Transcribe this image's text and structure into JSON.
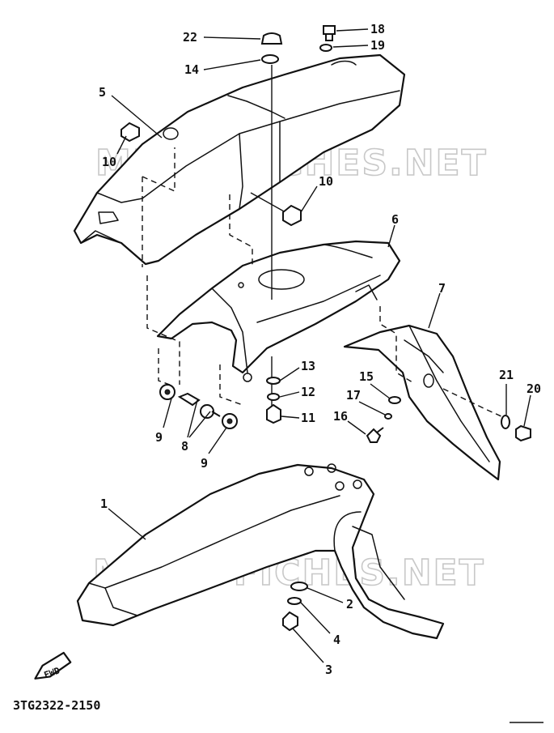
{
  "diagram": {
    "drawing_code": "3TG2322-2150",
    "watermark": "MICROFICHES.NET",
    "fwd_label": "FWD",
    "callouts": [
      {
        "id": "c1",
        "label": "1"
      },
      {
        "id": "c2",
        "label": "2"
      },
      {
        "id": "c3",
        "label": "3"
      },
      {
        "id": "c4",
        "label": "4"
      },
      {
        "id": "c5",
        "label": "5"
      },
      {
        "id": "c6",
        "label": "6"
      },
      {
        "id": "c7",
        "label": "7"
      },
      {
        "id": "c8",
        "label": "8"
      },
      {
        "id": "c9a",
        "label": "9"
      },
      {
        "id": "c9b",
        "label": "9"
      },
      {
        "id": "c10a",
        "label": "10"
      },
      {
        "id": "c10b",
        "label": "10"
      },
      {
        "id": "c11",
        "label": "11"
      },
      {
        "id": "c12",
        "label": "12"
      },
      {
        "id": "c13",
        "label": "13"
      },
      {
        "id": "c14",
        "label": "14"
      },
      {
        "id": "c15",
        "label": "15"
      },
      {
        "id": "c16",
        "label": "16"
      },
      {
        "id": "c17",
        "label": "17"
      },
      {
        "id": "c18",
        "label": "18"
      },
      {
        "id": "c19",
        "label": "19"
      },
      {
        "id": "c20",
        "label": "20"
      },
      {
        "id": "c21",
        "label": "21"
      },
      {
        "id": "c22",
        "label": "22"
      }
    ]
  }
}
